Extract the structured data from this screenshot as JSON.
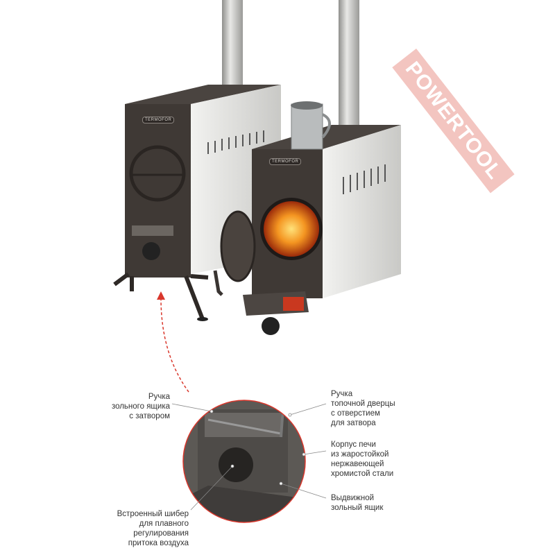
{
  "watermark": "POWERTOOL",
  "stove_brand": "TERMOFOR",
  "callouts": {
    "ash_box_handle": [
      "Ручка",
      "зольного ящика",
      "с затвором"
    ],
    "door_handle": [
      "Ручка",
      "топочной дверцы",
      "с отверстием",
      "для затвора"
    ],
    "body": [
      "Корпус печи",
      "из жаростойкой",
      "нержавеющей",
      "хромистой стали"
    ],
    "ash_drawer": [
      "Выдвижной",
      "зольный ящик"
    ],
    "damper": [
      "Встроенный шибер",
      "для плавного",
      "регулирования",
      "притока воздуха"
    ]
  },
  "colors": {
    "accent": "#d9372c",
    "body": "#3a3532",
    "steel": "#d8d8d6"
  }
}
